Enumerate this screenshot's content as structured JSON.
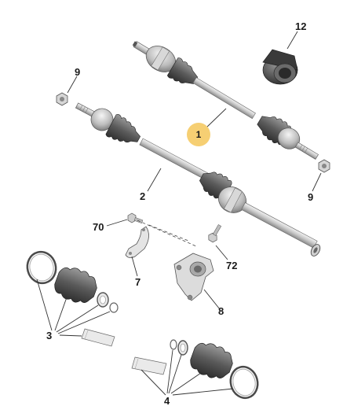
{
  "diagram": {
    "callouts": {
      "c1": "1",
      "c2": "2",
      "c3": "3",
      "c4": "4",
      "c7": "7",
      "c8": "8",
      "c9a": "9",
      "c9b": "9",
      "c12": "12",
      "c70": "70",
      "c72": "72"
    },
    "colors": {
      "metal_light": "#e6e6e6",
      "metal_mid": "#bdbdbd",
      "metal_dark": "#6e6e6e",
      "rubber": "#5a5a5a",
      "rubber_dark": "#2f2f2f",
      "highlight": "#f6cf73",
      "line": "#333333"
    }
  }
}
